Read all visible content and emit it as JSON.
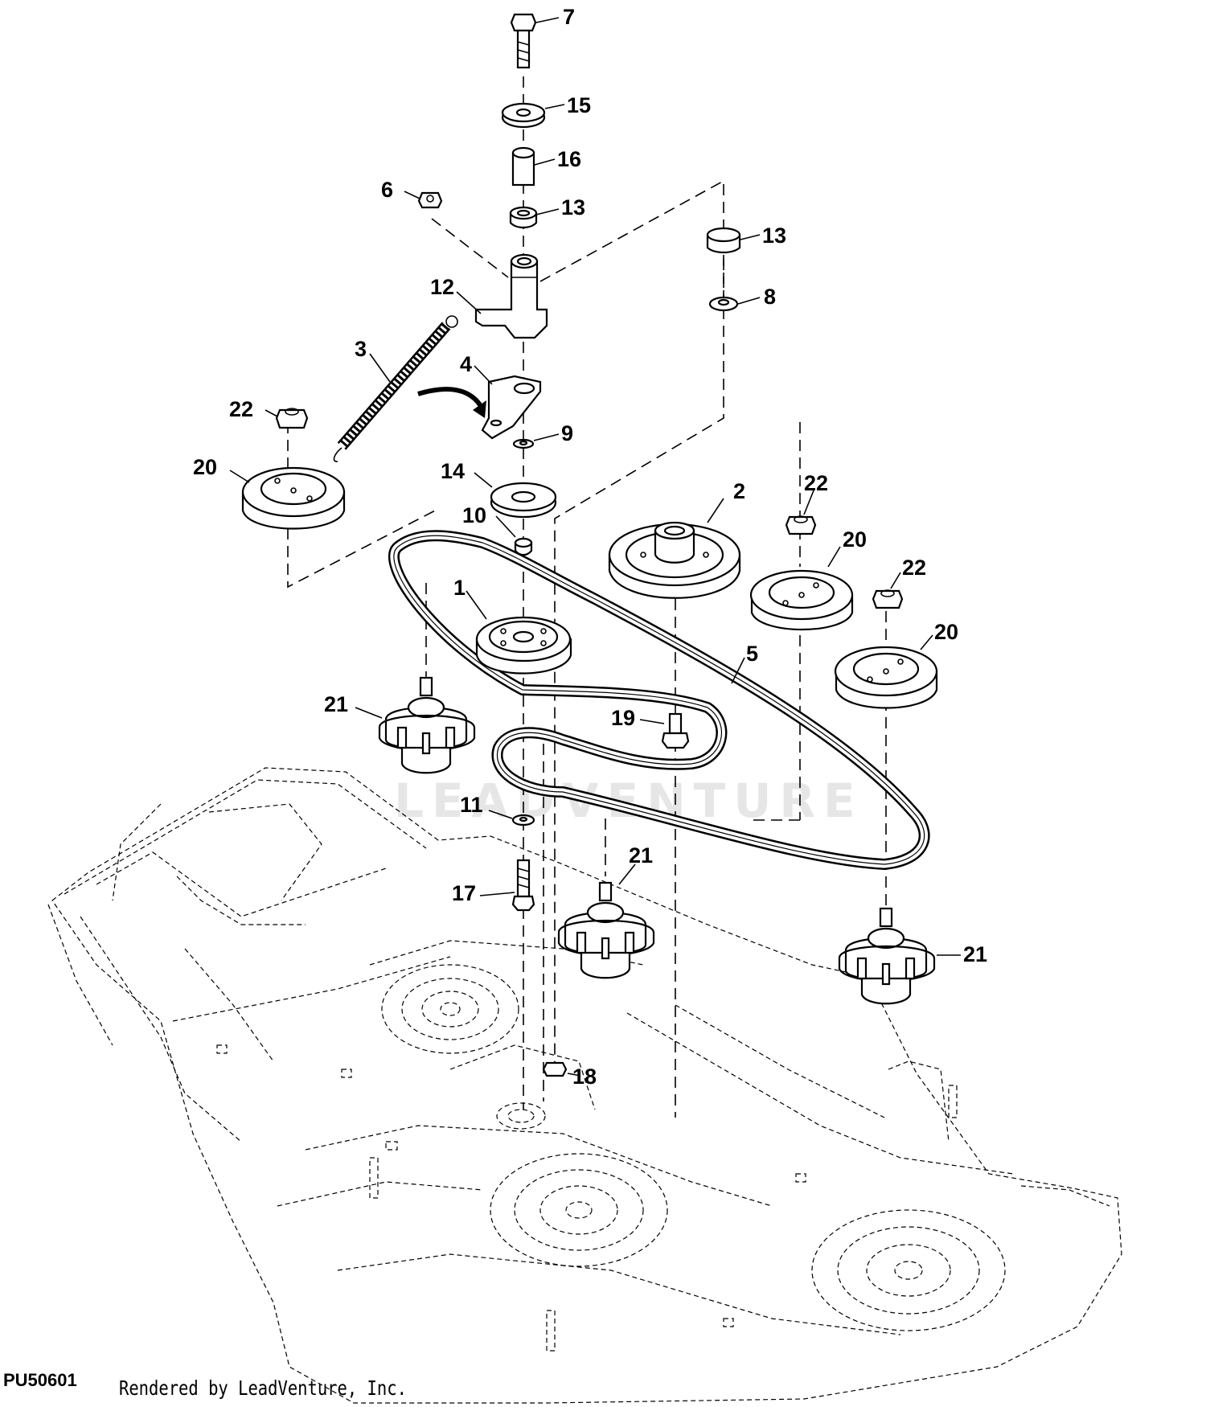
{
  "figure_id": "PU50601",
  "credit": "Rendered by LeadVenture, Inc.",
  "watermark": "LEADVENTURE",
  "callouts": [
    "7",
    "15",
    "16",
    "6",
    "13",
    "13",
    "8",
    "12",
    "3",
    "4",
    "22",
    "9",
    "20",
    "14",
    "10",
    "2",
    "22",
    "20",
    "22",
    "1",
    "20",
    "5",
    "21",
    "19",
    "11",
    "21",
    "17",
    "21",
    "18"
  ]
}
